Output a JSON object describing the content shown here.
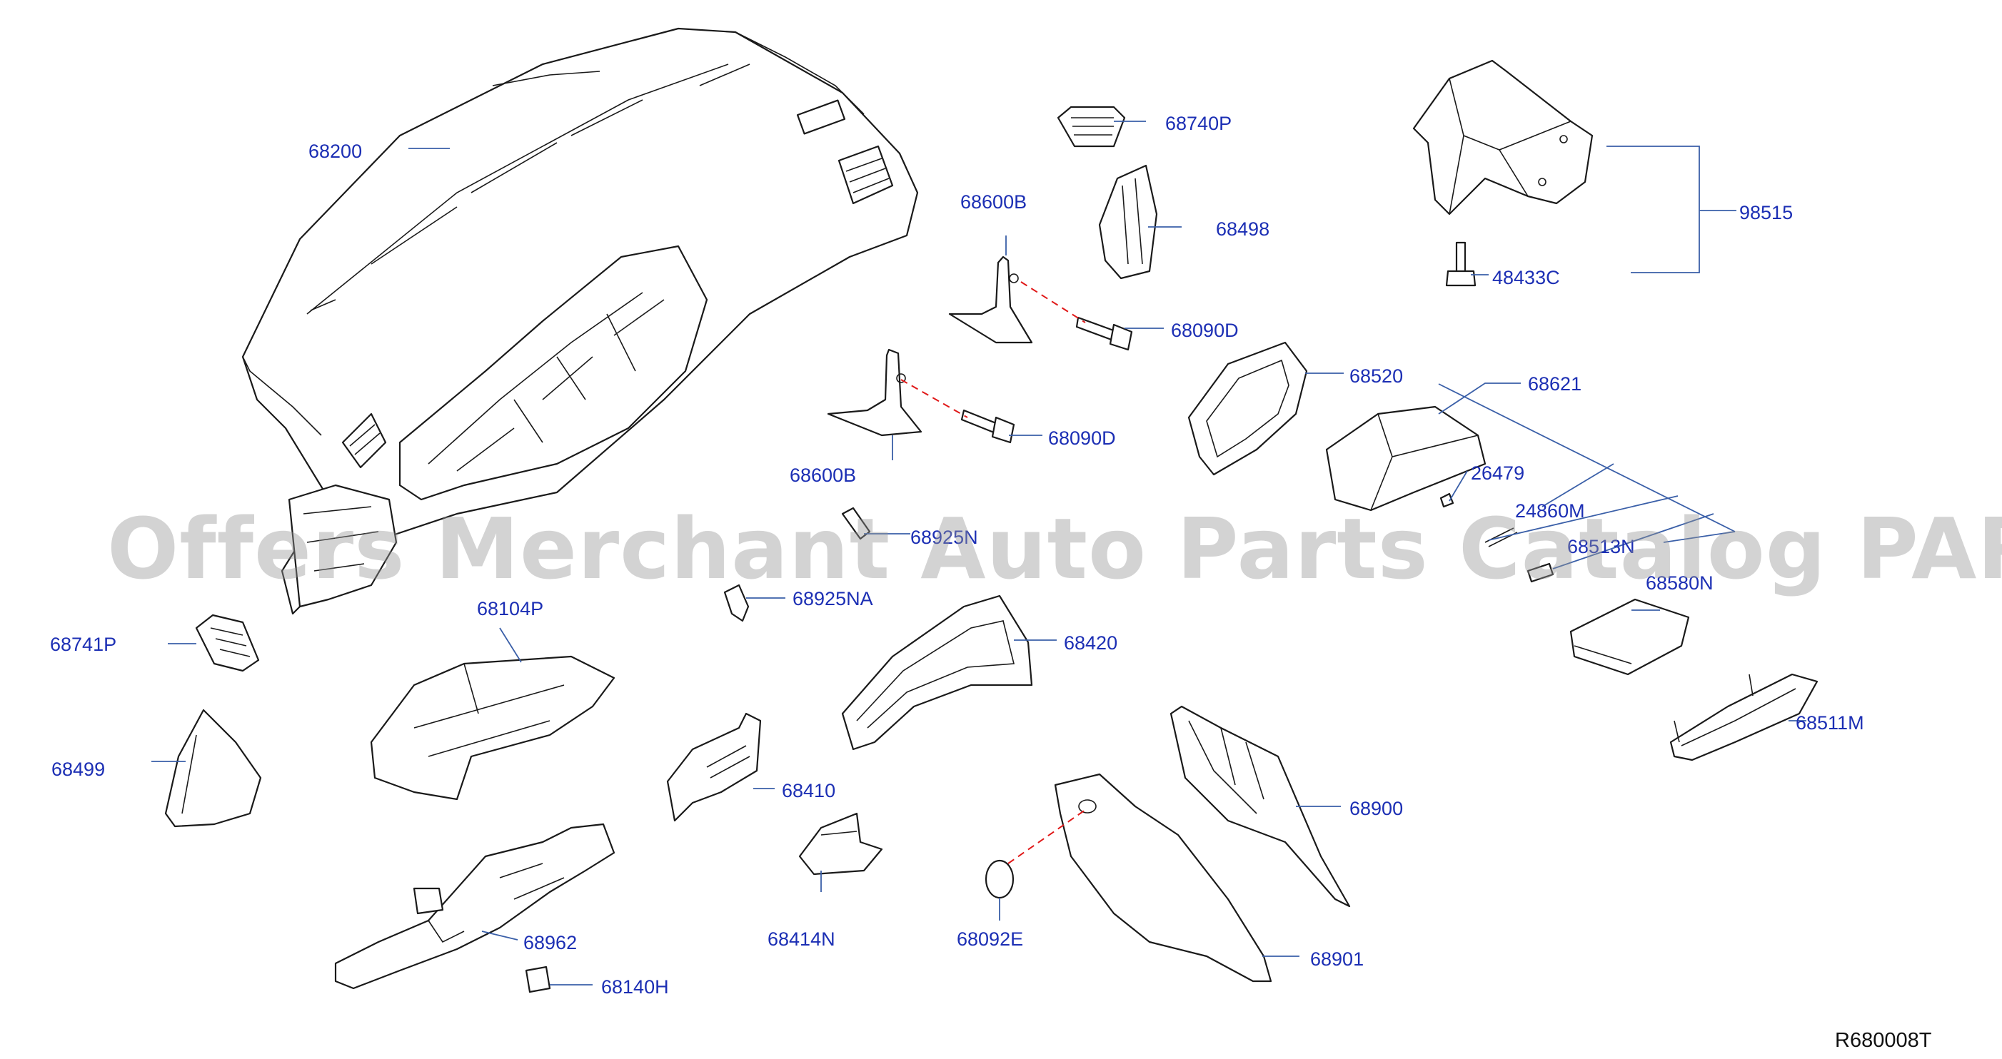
{
  "diagram_code": "R680008T",
  "watermark": "Offers Merchant Auto Parts Catalog PARTSTORE.SA",
  "callouts": [
    {
      "key": "p68200",
      "label": "68200"
    },
    {
      "key": "p68740P",
      "label": "68740P"
    },
    {
      "key": "p68600B_top",
      "label": "68600B"
    },
    {
      "key": "p68498",
      "label": "68498"
    },
    {
      "key": "p68090D_top",
      "label": "68090D"
    },
    {
      "key": "p68600B_low",
      "label": "68600B"
    },
    {
      "key": "p68090D_low",
      "label": "68090D"
    },
    {
      "key": "p68520",
      "label": "68520"
    },
    {
      "key": "p98515",
      "label": "98515"
    },
    {
      "key": "p48433C",
      "label": "48433C"
    },
    {
      "key": "p68621",
      "label": "68621"
    },
    {
      "key": "p26479",
      "label": "26479"
    },
    {
      "key": "p24860M",
      "label": "24860M"
    },
    {
      "key": "p68513N",
      "label": "68513N"
    },
    {
      "key": "p68580N",
      "label": "68580N"
    },
    {
      "key": "p68511M",
      "label": "68511M"
    },
    {
      "key": "p68925N",
      "label": "68925N"
    },
    {
      "key": "p68925NA",
      "label": "68925NA"
    },
    {
      "key": "p68741P",
      "label": "68741P"
    },
    {
      "key": "p68104P",
      "label": "68104P"
    },
    {
      "key": "p68420",
      "label": "68420"
    },
    {
      "key": "p68499",
      "label": "68499"
    },
    {
      "key": "p68410",
      "label": "68410"
    },
    {
      "key": "p68900",
      "label": "68900"
    },
    {
      "key": "p68414N",
      "label": "68414N"
    },
    {
      "key": "p68092E",
      "label": "68092E"
    },
    {
      "key": "p68962",
      "label": "68962"
    },
    {
      "key": "p68901",
      "label": "68901"
    },
    {
      "key": "p68140H",
      "label": "68140H"
    }
  ]
}
